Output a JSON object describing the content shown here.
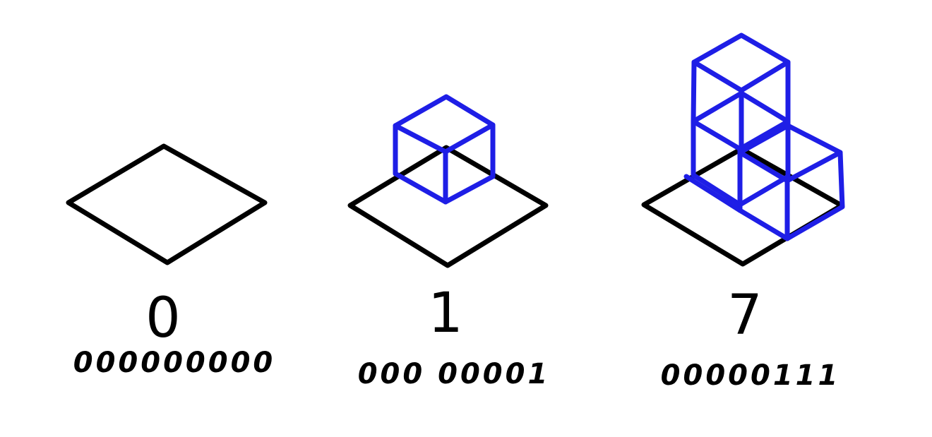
{
  "colors": {
    "ink": "#000000",
    "cube": "#1e1ee6",
    "background": "#ffffff"
  },
  "panels": [
    {
      "decimal": "0",
      "binary": "000000000",
      "cubes": 0
    },
    {
      "decimal": "1",
      "binary": "000 00001",
      "cubes": 1
    },
    {
      "decimal": "7",
      "binary": "00000111",
      "cubes": 3
    }
  ]
}
